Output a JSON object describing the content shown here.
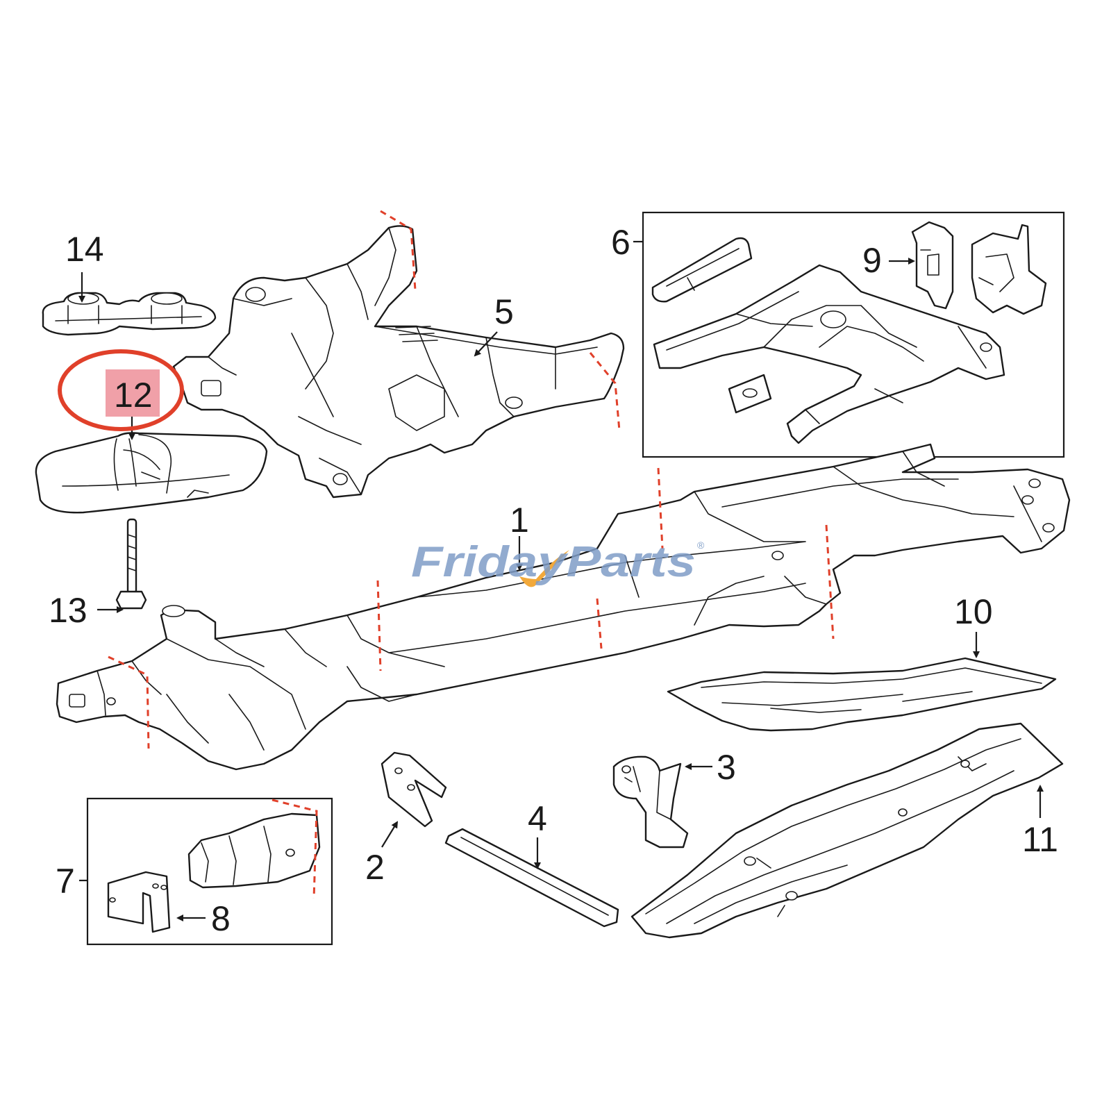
{
  "callouts": {
    "c1": "1",
    "c2": "2",
    "c3": "3",
    "c4": "4",
    "c5": "5",
    "c6": "6",
    "c7": "7",
    "c8": "8",
    "c9": "9",
    "c10": "10",
    "c11": "11",
    "c12": "12",
    "c13": "13",
    "c14": "14"
  },
  "watermark": {
    "text": "FridayParts",
    "registered": "®",
    "color": "#7f9dc7",
    "accent_color": "#f2a93b"
  },
  "highlight": {
    "target": "12",
    "ring_color": "#e0402a",
    "label_fill": "#f0a0a8"
  },
  "cut_line_color": "#e0402a"
}
